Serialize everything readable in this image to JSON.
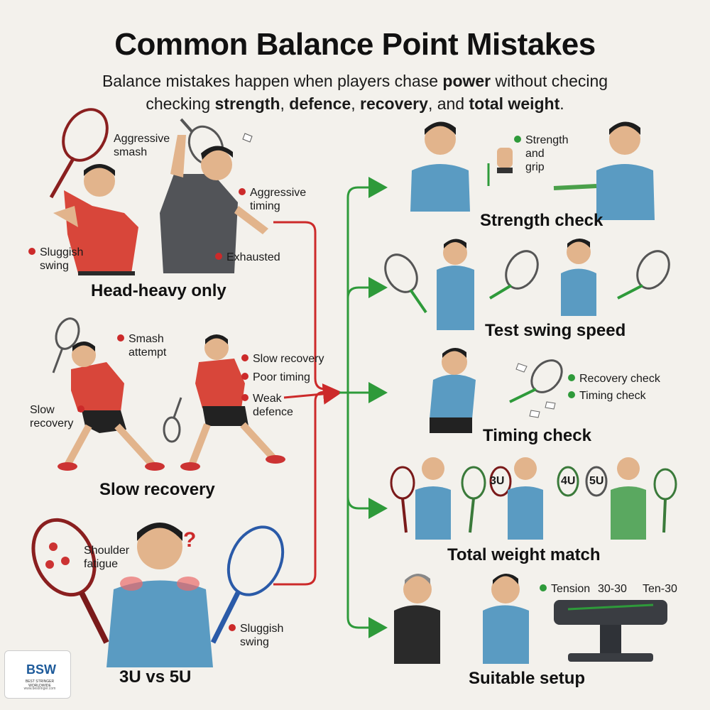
{
  "header": {
    "title": "Common Balance Point Mistakes",
    "subtitle_parts": [
      {
        "text": "Balance mistakes happen when players chase ",
        "bold": false
      },
      {
        "text": "power",
        "bold": true
      },
      {
        "text": " without checing",
        "bold": false
      },
      {
        "text": "\n",
        "bold": false
      },
      {
        "text": "checking ",
        "bold": false
      },
      {
        "text": "strength",
        "bold": true
      },
      {
        "text": ", ",
        "bold": false
      },
      {
        "text": "defence",
        "bold": true
      },
      {
        "text": ", ",
        "bold": false
      },
      {
        "text": "recovery",
        "bold": true
      },
      {
        "text": ", and ",
        "bold": false
      },
      {
        "text": "total weight",
        "bold": true
      },
      {
        "text": ".",
        "bold": false
      }
    ]
  },
  "mistakes": {
    "head_heavy": {
      "caption": "Head-heavy only",
      "labels": {
        "aggressive_smash": "Aggressive\nsmash",
        "aggressive_timing": "Aggressive\ntiming",
        "sluggish_swing": "Sluggish\nswing",
        "exhausted": "Exhausted"
      }
    },
    "slow_recovery": {
      "caption": "Slow recovery",
      "labels": {
        "smash_attempt": "Smash\nattempt",
        "slow_recovery": "Slow recovery",
        "poor_timing": "Poor timing",
        "weak_defence": "Weak\ndefence",
        "slow_recovery_left": "Slow\nrecovery"
      }
    },
    "weight_compare": {
      "caption": "3U vs 5U",
      "labels": {
        "shoulder_fatigue": "Shoulder\nfatigue",
        "sluggish_swing": "Sluggish\nswing",
        "question_mark": "?"
      }
    }
  },
  "checks": {
    "strength": {
      "caption": "Strength check",
      "labels": {
        "strength_grip": "Strength\nand\ngrip"
      }
    },
    "swing_speed": {
      "caption": "Test swing speed"
    },
    "timing": {
      "caption": "Timing check",
      "labels": {
        "recovery_check": "Recovery check",
        "timing_check": "Timing check"
      }
    },
    "total_weight": {
      "caption": "Total weight match",
      "tags": [
        "3U",
        "4U",
        "5U"
      ]
    },
    "setup": {
      "caption": "Suitable setup",
      "labels": {
        "tension": "Tension",
        "tension_value": "30-30",
        "ten_value": "Ten-30"
      }
    }
  },
  "logo": {
    "text": "BSW",
    "tagline": "BEST STRINGER WORLDWIDE",
    "url": "www.bestringer.com"
  },
  "colors": {
    "mistake_red": "#cc2a2a",
    "check_green": "#2e9a3a",
    "background": "#f3f1ec"
  }
}
